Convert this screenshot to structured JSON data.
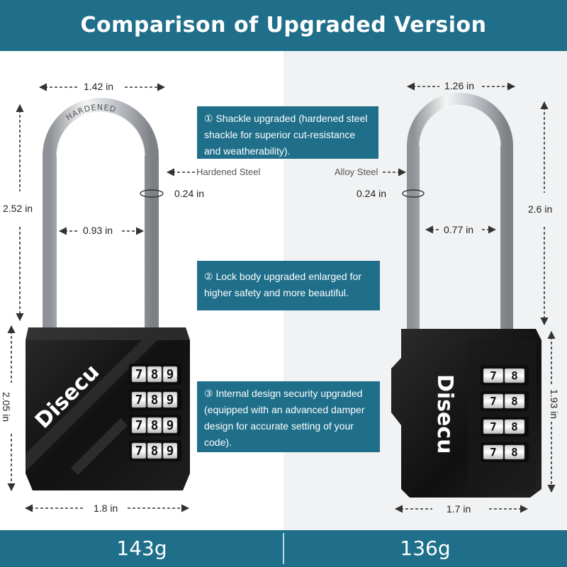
{
  "header": {
    "title": "Comparison of Upgraded Version"
  },
  "colors": {
    "banner": "#1f6f8b",
    "lock_body": "#151515",
    "shackle": "#c9ccd0",
    "right_panel_bg": "#f1f2f3"
  },
  "features": [
    {
      "text": "① Shackle upgraded (hardened steel shackle for superior cut-resistance and weatherability)."
    },
    {
      "text": "② Lock body upgraded enlarged for higher safety and more beautiful."
    },
    {
      "text": "③ Internal design security upgraded (equipped with an advanced damper design for accurate setting of your code)."
    }
  ],
  "left_lock": {
    "brand": "Disecu",
    "shackle_engraving": "HARDENED",
    "material_label": "Hardened Steel",
    "shackle_width": "1.42 in",
    "shackle_height": "2.52 in",
    "shackle_thickness": "0.24 in",
    "shackle_gap": "0.93 in",
    "body_height": "2.05 in",
    "body_width": "1.8 in",
    "dial_digits": [
      "7",
      "8",
      "9"
    ],
    "weight": "143g"
  },
  "right_lock": {
    "brand": "Disecu",
    "material_label": "Alloy Steel",
    "shackle_width": "1.26 in",
    "shackle_height": "2.6 in",
    "shackle_thickness": "0.24 in",
    "shackle_gap": "0.77 in",
    "body_height": "1.93 in",
    "body_width": "1.7 in",
    "dial_digits": [
      "7",
      "8"
    ],
    "weight": "136g"
  }
}
